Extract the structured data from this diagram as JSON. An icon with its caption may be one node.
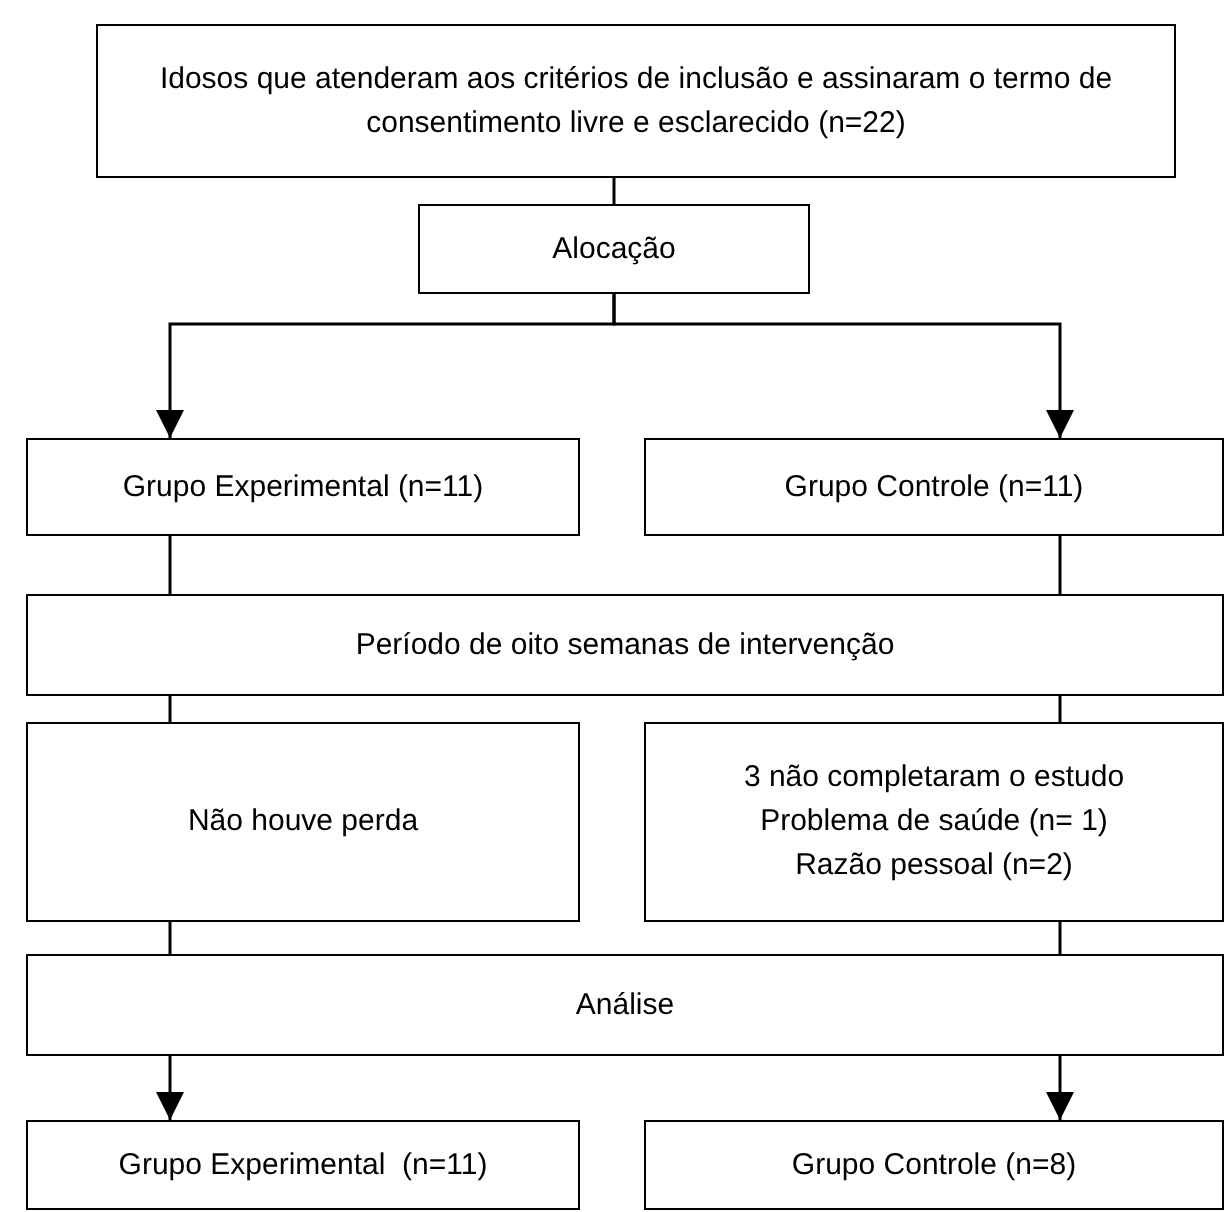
{
  "diagram": {
    "nodes": [
      {
        "text": [
          "Idosos que atenderam aos critérios de inclusão e assinaram o termo de consentimento livre e esclarecido (n=22)"
        ]
      },
      {
        "text": [
          "Alocação"
        ]
      },
      {
        "text": [
          "Grupo Experimental (n=11)"
        ]
      },
      {
        "text": [
          "Grupo Controle (n=11)"
        ]
      },
      {
        "text": [
          "Período de oito semanas de intervenção"
        ]
      },
      {
        "text": [
          "Não houve perda"
        ]
      },
      {
        "text": [
          "3 não completaram o estudo",
          "Problema de saúde (n= 1)",
          "Razão pessoal (n=2)"
        ]
      },
      {
        "text": [
          "Análise"
        ]
      },
      {
        "text": [
          "Grupo Experimental  (n=11)"
        ]
      },
      {
        "text": [
          "Grupo Controle (n=8)"
        ]
      }
    ],
    "edges": [
      {
        "from": 0,
        "to": 1,
        "arrow": "none"
      },
      {
        "from": 1,
        "to": 2,
        "arrow": "to"
      },
      {
        "from": 1,
        "to": 3,
        "arrow": "to"
      },
      {
        "from": 2,
        "to": 4,
        "arrow": "none"
      },
      {
        "from": 3,
        "to": 4,
        "arrow": "none"
      },
      {
        "from": 4,
        "to": 5,
        "arrow": "none"
      },
      {
        "from": 4,
        "to": 6,
        "arrow": "none"
      },
      {
        "from": 5,
        "to": 7,
        "arrow": "none"
      },
      {
        "from": 6,
        "to": 7,
        "arrow": "none"
      },
      {
        "from": 7,
        "to": 8,
        "arrow": "to"
      },
      {
        "from": 7,
        "to": 9,
        "arrow": "to"
      }
    ]
  }
}
